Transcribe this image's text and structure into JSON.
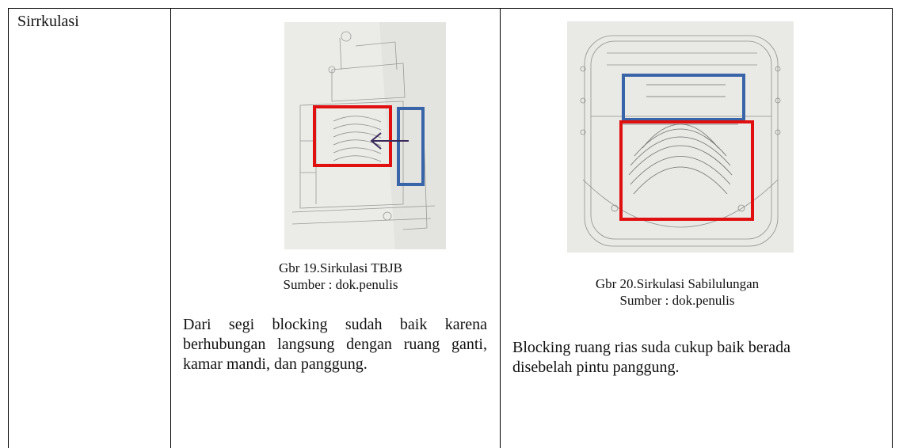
{
  "row_label": "Sirrkulasi",
  "left": {
    "caption_title": "Gbr 19.Sirkulasi TBJB",
    "caption_source": "Sumber : dok.penulis",
    "description": "Dari segi blocking sudah baik karena berhubungan langsung dengan ruang ganti, kamar mandi, dan panggung."
  },
  "right": {
    "caption_title": "Gbr 20.Sirkulasi Sabilulungan",
    "caption_source": "Sumber : dok.penulis",
    "description": "Blocking ruang rias suda cukup baik berada disebelah pintu panggung."
  },
  "colors": {
    "blocking_red": "#e01010",
    "circulation_blue": "#3a64a8",
    "arrow": "#3a2a5a",
    "paper": "#e9e9e6"
  }
}
